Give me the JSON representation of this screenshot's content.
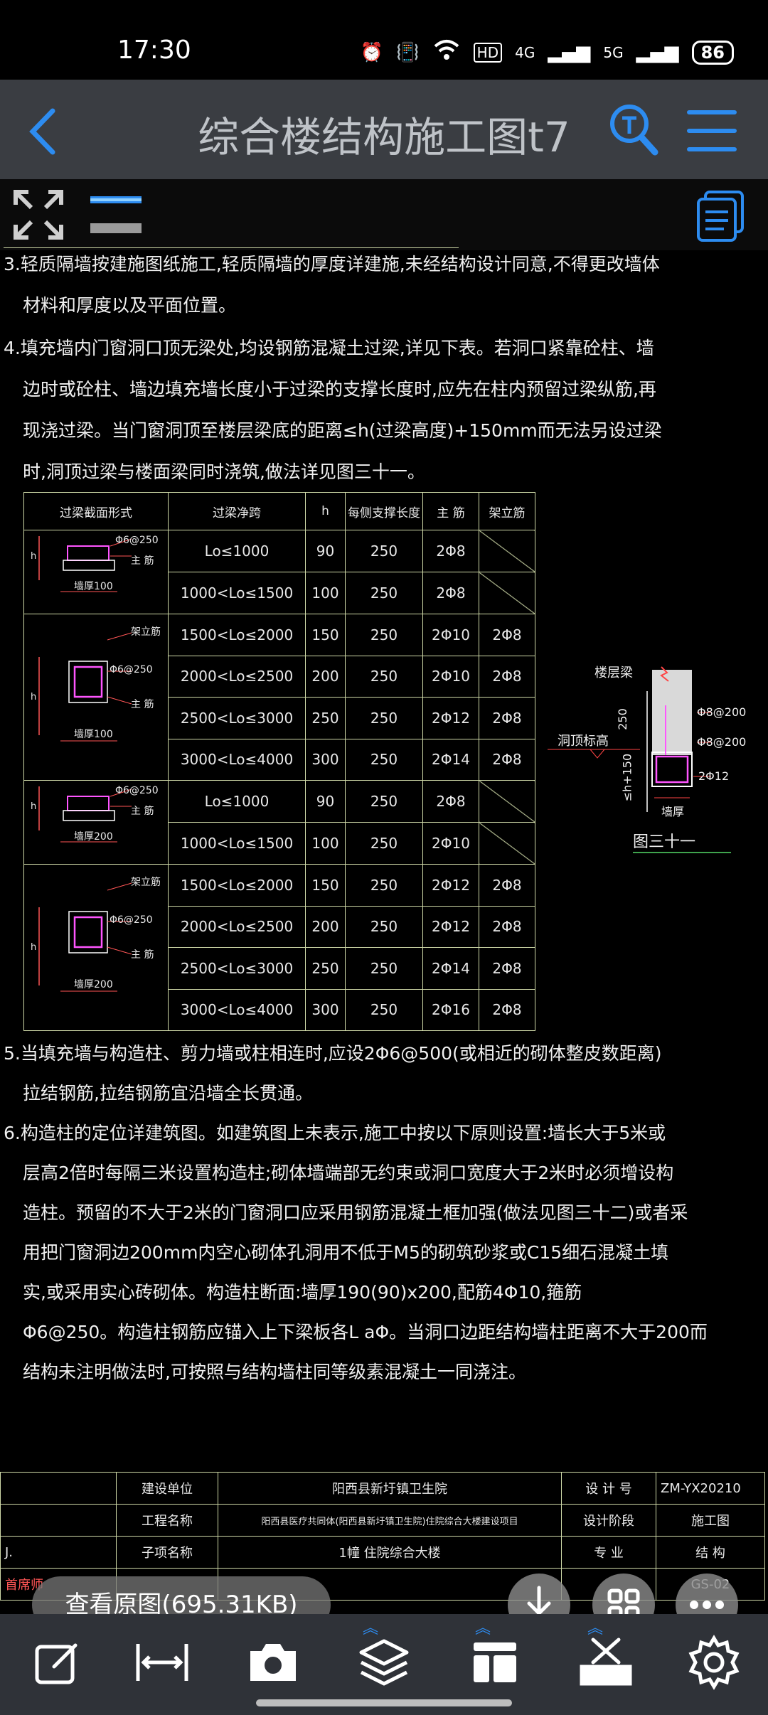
{
  "status": {
    "time": "17:30",
    "battery": "86",
    "network_labels": [
      "HD",
      "4G",
      "5G"
    ]
  },
  "header": {
    "title": "综合楼结构施工图t7",
    "back_icon": "chevron-left-icon",
    "search_icon": "search-icon",
    "menu_icon": "menu-icon"
  },
  "notes": {
    "n3": [
      "3.轻质隔墙按建施图纸施工,轻质隔墙的厚度详建施,未经结构设计同意,不得更改墙体",
      "材料和厚度以及平面位置。"
    ],
    "n4": [
      "4.填充墙内门窗洞口顶无梁处,均设钢筋混凝土过梁,详见下表。若洞口紧靠砼柱、墙",
      "边时或砼柱、墙边填充墙长度小于过梁的支撑长度时,应先在柱内预留过梁纵筋,再",
      "现浇过梁。当门窗洞顶至楼层梁底的距离≤h(过梁高度)+150mm而无法另设过梁",
      "时,洞顶过梁与楼面梁同时浇筑,做法详见图三十一。"
    ],
    "n5": [
      "5.当填充墙与构造柱、剪力墙或柱相连时,应设2Φ6@500(或相近的砌体整皮数距离)",
      "拉结钢筋,拉结钢筋宜沿墙全长贯通。"
    ],
    "n6": [
      "6.构造柱的定位详建筑图。如建筑图上未表示,施工中按以下原则设置:墙长大于5米或",
      "层高2倍时每隔三米设置构造柱;砌体墙端部无约束或洞口宽度大于2米时必须增设构",
      "造柱。预留的不大于2米的门窗洞口应采用钢筋混凝土框加强(做法见图三十二)或者采",
      "用把门窗洞边200mm内空心砌体孔洞用不低于M5的砌筑砂浆或C15细石混凝土填",
      "实,或采用实心砖砌体。构造柱断面:墙厚190(90)x200,配筋4Φ10,箍筋",
      "Φ6@250。构造柱钢筋应锚入上下梁板各L aΦ。当洞口边距结构墙柱距离不大于200而",
      "结构未注明做法时,可按照与结构墙柱同等级素混凝土一同浇注。"
    ]
  },
  "table": {
    "headers": [
      "过梁截面形式",
      "过梁净跨",
      "h",
      "每侧支撑长度",
      "主 筋",
      "架立筋"
    ],
    "section_labels": {
      "stirrup": "Φ6@250",
      "main": "主 筋",
      "erect": "架立筋",
      "wall100": "墙厚100",
      "wall200": "墙厚200",
      "h": "h"
    },
    "rows": [
      {
        "span": "Lo≤1000",
        "h": "90",
        "support": "250",
        "main": "2Φ8",
        "erect": ""
      },
      {
        "span": "1000<Lo≤1500",
        "h": "100",
        "support": "250",
        "main": "2Φ8",
        "erect": ""
      },
      {
        "span": "1500<Lo≤2000",
        "h": "150",
        "support": "250",
        "main": "2Φ10",
        "erect": "2Φ8"
      },
      {
        "span": "2000<Lo≤2500",
        "h": "200",
        "support": "250",
        "main": "2Φ10",
        "erect": "2Φ8"
      },
      {
        "span": "2500<Lo≤3000",
        "h": "250",
        "support": "250",
        "main": "2Φ12",
        "erect": "2Φ8"
      },
      {
        "span": "3000<Lo≤4000",
        "h": "300",
        "support": "250",
        "main": "2Φ14",
        "erect": "2Φ8"
      },
      {
        "span": "Lo≤1000",
        "h": "90",
        "support": "250",
        "main": "2Φ8",
        "erect": ""
      },
      {
        "span": "1000<Lo≤1500",
        "h": "100",
        "support": "250",
        "main": "2Φ10",
        "erect": ""
      },
      {
        "span": "1500<Lo≤2000",
        "h": "150",
        "support": "250",
        "main": "2Φ12",
        "erect": "2Φ8"
      },
      {
        "span": "2000<Lo≤2500",
        "h": "200",
        "support": "250",
        "main": "2Φ12",
        "erect": "2Φ8"
      },
      {
        "span": "2500<Lo≤3000",
        "h": "250",
        "support": "250",
        "main": "2Φ14",
        "erect": "2Φ8"
      },
      {
        "span": "3000<Lo≤4000",
        "h": "300",
        "support": "250",
        "main": "2Φ16",
        "erect": "2Φ8"
      }
    ]
  },
  "figure31": {
    "labels": {
      "floor_beam": "楼层梁",
      "hole_top": "洞顶标高",
      "dim250": "250",
      "dimh": "≤h+150",
      "r1": "Φ8@200",
      "r2": "Φ8@200",
      "r3": "2Φ12",
      "wall": "墙厚",
      "caption": "图三十一"
    }
  },
  "titleblock": {
    "c1": "建设单位",
    "v1": "阳西县新圩镇卫生院",
    "k1": "设 计 号",
    "w1": "ZM-YX20210",
    "c2": "工程名称",
    "v2": "阳西县医疗共同体(阳西县新圩镇卫生院)住院综合大楼建设项目",
    "k2": "设计阶段",
    "w2": "施工图",
    "c3": "子项名称",
    "v3": "1幢    住院综合大楼",
    "k3": "专    业",
    "w3": "结    构",
    "left_frag1": "J.",
    "left_frag2": "首席师",
    "w4": "GS-02"
  },
  "overlay": {
    "view_original": "查看原图(695.31KB)"
  },
  "bottombar": {
    "icons": [
      "edit-icon",
      "measure-icon",
      "camera-icon",
      "layers-icon",
      "layout-icon",
      "toolbox-icon",
      "settings-icon"
    ]
  }
}
